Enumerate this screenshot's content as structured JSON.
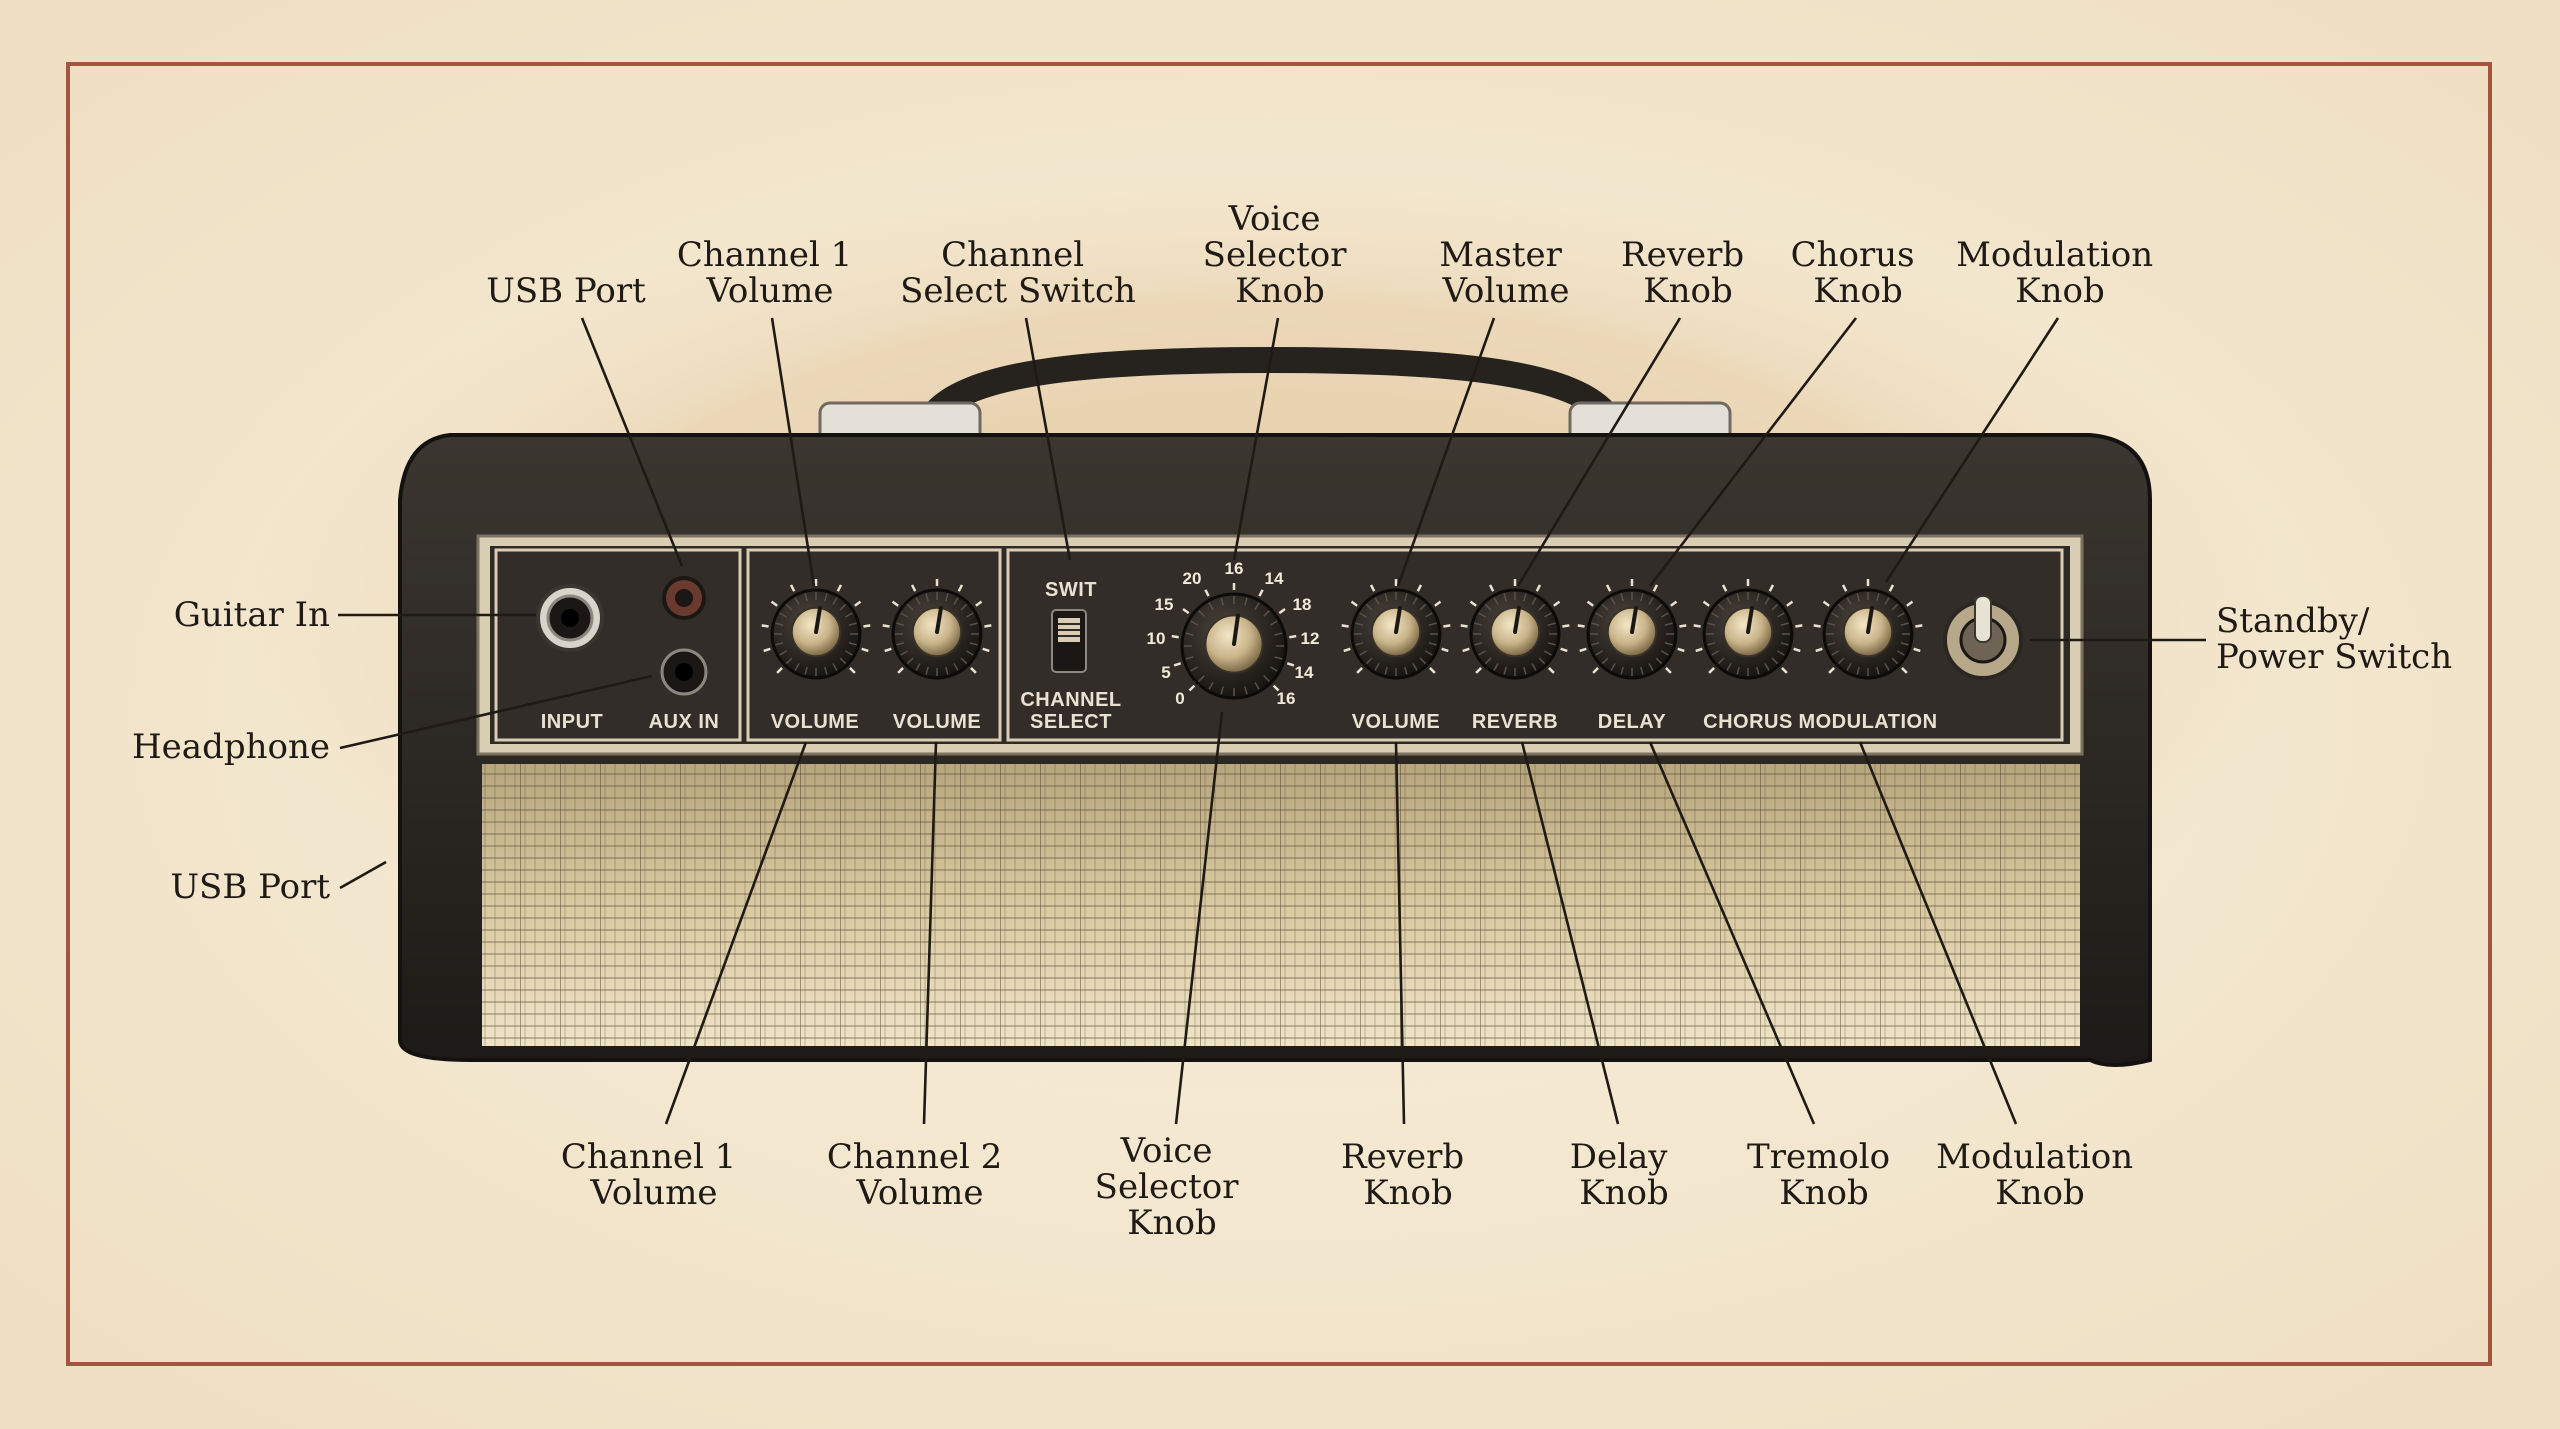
{
  "colors": {
    "paper": "#f6ecd8",
    "border": "#a5553f",
    "cabinet": "#2a2622",
    "panel": "#2e2a25",
    "panel_trim": "#d9cdb4",
    "grille": "#cbb98f",
    "knob": "#1b1815",
    "knob_cap": "#c9b48a",
    "ink": "#1f1a14"
  },
  "panel_labels": {
    "input": "INPUT",
    "aux_in": "AUX IN",
    "volume_1": "VOLUME",
    "volume_2": "VOLUME",
    "switch_top": "SWIT",
    "switch_bottom_1": "CHANNEL",
    "switch_bottom_2": "SELECT",
    "master_volume": "VOLUME",
    "reverb": "REVERB",
    "delay": "DELAY",
    "chorus": "CHORUS",
    "modulation": "MODULATION"
  },
  "voice_dial_numbers": [
    "20",
    "16",
    "14",
    "15",
    "18",
    "10",
    "12",
    "5",
    "14",
    "0",
    "16"
  ],
  "callouts_top": [
    {
      "id": "usb-port-top",
      "lines": [
        "USB Port"
      ]
    },
    {
      "id": "channel1-volume-top",
      "lines": [
        "Channel 1",
        "Volume"
      ]
    },
    {
      "id": "channel-select-switch",
      "lines": [
        "Channel",
        "Select Switch"
      ]
    },
    {
      "id": "voice-selector-knob-top",
      "lines": [
        "Voice",
        "Selector",
        "Knob"
      ]
    },
    {
      "id": "master-volume",
      "lines": [
        "Master",
        "Volume"
      ]
    },
    {
      "id": "reverb-knob-top",
      "lines": [
        "Reverb",
        "Knob"
      ]
    },
    {
      "id": "chorus-knob",
      "lines": [
        "Chorus",
        "Knob"
      ]
    },
    {
      "id": "modulation-knob-top",
      "lines": [
        "Modulation",
        "Knob"
      ]
    }
  ],
  "callouts_left": [
    {
      "id": "guitar-in",
      "lines": [
        "Guitar In"
      ]
    },
    {
      "id": "headphone",
      "lines": [
        "Headphone"
      ]
    },
    {
      "id": "usb-port-left",
      "lines": [
        "USB Port"
      ]
    }
  ],
  "callouts_right": [
    {
      "id": "standby-power-switch",
      "lines": [
        "Standby/",
        "Power Switch"
      ]
    }
  ],
  "callouts_bottom": [
    {
      "id": "channel1-volume-bottom",
      "lines": [
        "Channel 1",
        "Volume"
      ]
    },
    {
      "id": "channel2-volume",
      "lines": [
        "Channel 2",
        "Volume"
      ]
    },
    {
      "id": "voice-selector-knob-bottom",
      "lines": [
        "Voice",
        "Selector",
        "Knob"
      ]
    },
    {
      "id": "reverb-knob-bottom",
      "lines": [
        "Reverb",
        "Knob"
      ]
    },
    {
      "id": "delay-knob",
      "lines": [
        "Delay",
        "Knob"
      ]
    },
    {
      "id": "tremolo-knob",
      "lines": [
        "Tremolo",
        "Knob"
      ]
    },
    {
      "id": "modulation-knob-bottom",
      "lines": [
        "Modulation",
        "Knob"
      ]
    }
  ]
}
